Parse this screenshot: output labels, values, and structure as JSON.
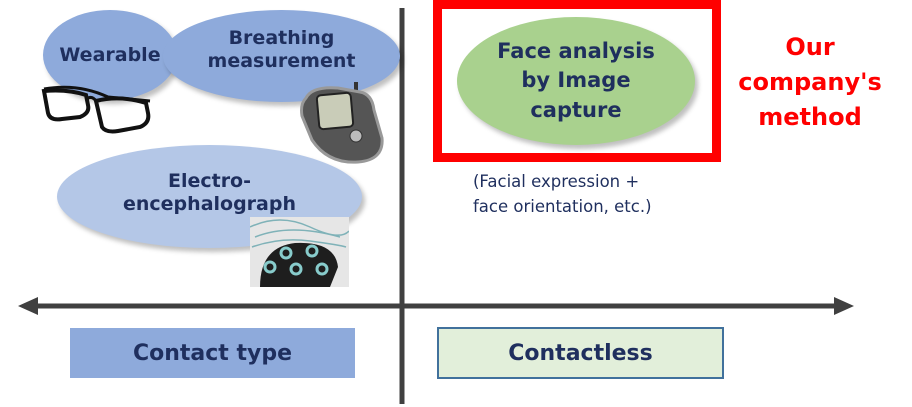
{
  "left_group": {
    "wearable": "Wearable",
    "breathing": "Breathing\nmeasurement",
    "eeg": "Electro-\nencephalograph"
  },
  "right_group": {
    "face_analysis": "Face analysis\nby Image\ncapture",
    "note": "(Facial expression +\nface orientation, etc.)",
    "our_method": "Our\ncompany's\nmethod"
  },
  "axis_labels": {
    "contact": "Contact type",
    "contactless": "Contactless"
  },
  "colors": {
    "ellipse_blue": "#8eaadb",
    "ellipse_light_blue": "#b4c7e7",
    "ellipse_green": "#a9d18e",
    "highlight_red": "#ff0000",
    "text_navy": "#1f2f5e",
    "axis": "#404040"
  }
}
